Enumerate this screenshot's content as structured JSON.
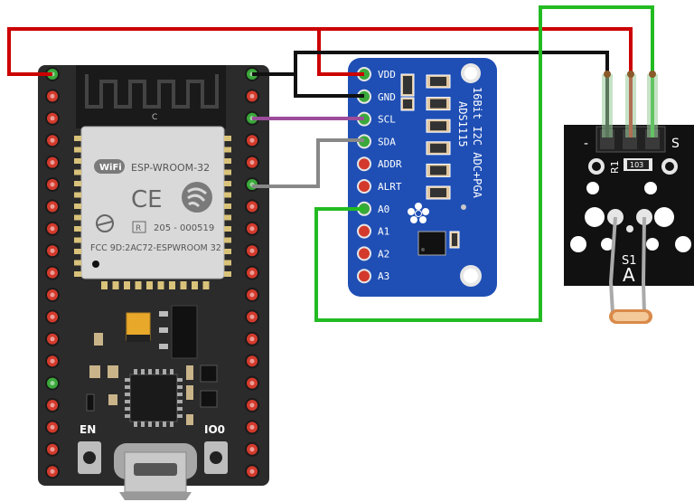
{
  "esp32": {
    "module_name": "ESP-WROOM-32",
    "wifi_logo": "WiFi",
    "ce_mark": "CE",
    "r_mark": "R",
    "cert_number": "205 - 000519",
    "fcc_id": "FCC 9D:2AC72-ESPWROOM 32",
    "antenna_letter": "C",
    "en_button_label": "EN",
    "io0_button_label": "IO0"
  },
  "ads1115": {
    "title_line1": "16Bit I2C ADC+PGA",
    "title_line2": "ADS1115",
    "pins": [
      "VDD",
      "GND",
      "SCL",
      "SDA",
      "ADDR",
      "ALRT",
      "A0",
      "A1",
      "A2",
      "A3"
    ]
  },
  "ldr_module": {
    "minus_label": "-",
    "s_label": "S",
    "r1_label": "R1",
    "resistor_value": "103",
    "s1_label": "S1",
    "a_label": "A"
  },
  "wire_colors": {
    "red": "#cc0000",
    "black": "#111111",
    "green": "#22bb22",
    "purple": "#9b4d9b",
    "gray": "#888888"
  },
  "board_colors": {
    "esp_board": "#2b2b2b",
    "adc_board": "#1f4fb5",
    "ldr_board": "#111111",
    "pin_red": "#d33a2c",
    "pin_green": "#3aa83a"
  }
}
